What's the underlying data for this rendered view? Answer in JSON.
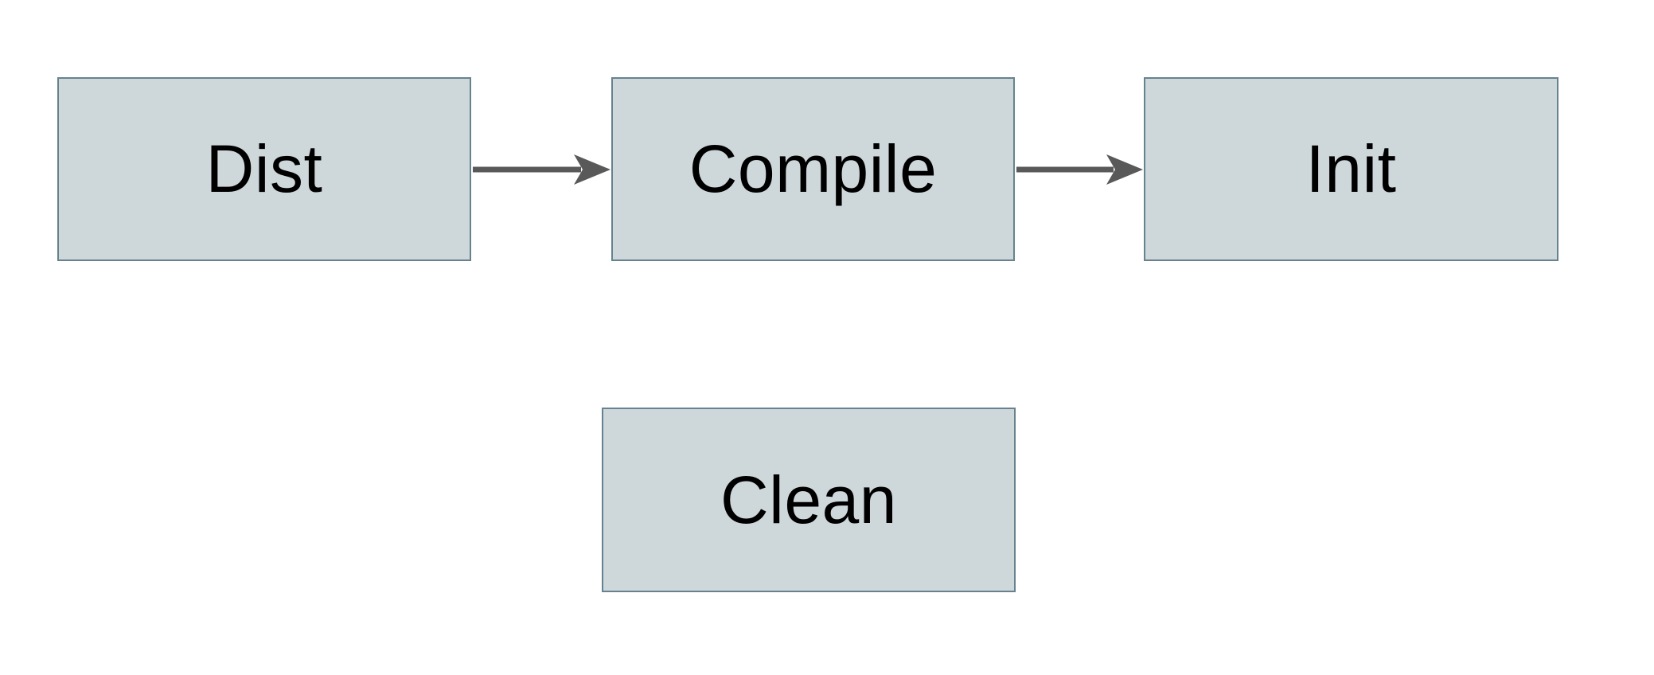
{
  "diagram": {
    "nodes": [
      {
        "id": "dist",
        "label": "Dist"
      },
      {
        "id": "compile",
        "label": "Compile"
      },
      {
        "id": "init",
        "label": "Init"
      },
      {
        "id": "clean",
        "label": "Clean"
      }
    ],
    "edges": [
      {
        "from": "Dist",
        "to": "Compile",
        "style": "arrow"
      },
      {
        "from": "Compile",
        "to": "Init",
        "style": "arrow"
      }
    ]
  },
  "colors": {
    "background": "#ffffff",
    "node-fill": "#ced7da",
    "node-border": "#66828f",
    "arrow": "#595959",
    "text": "#000000"
  }
}
